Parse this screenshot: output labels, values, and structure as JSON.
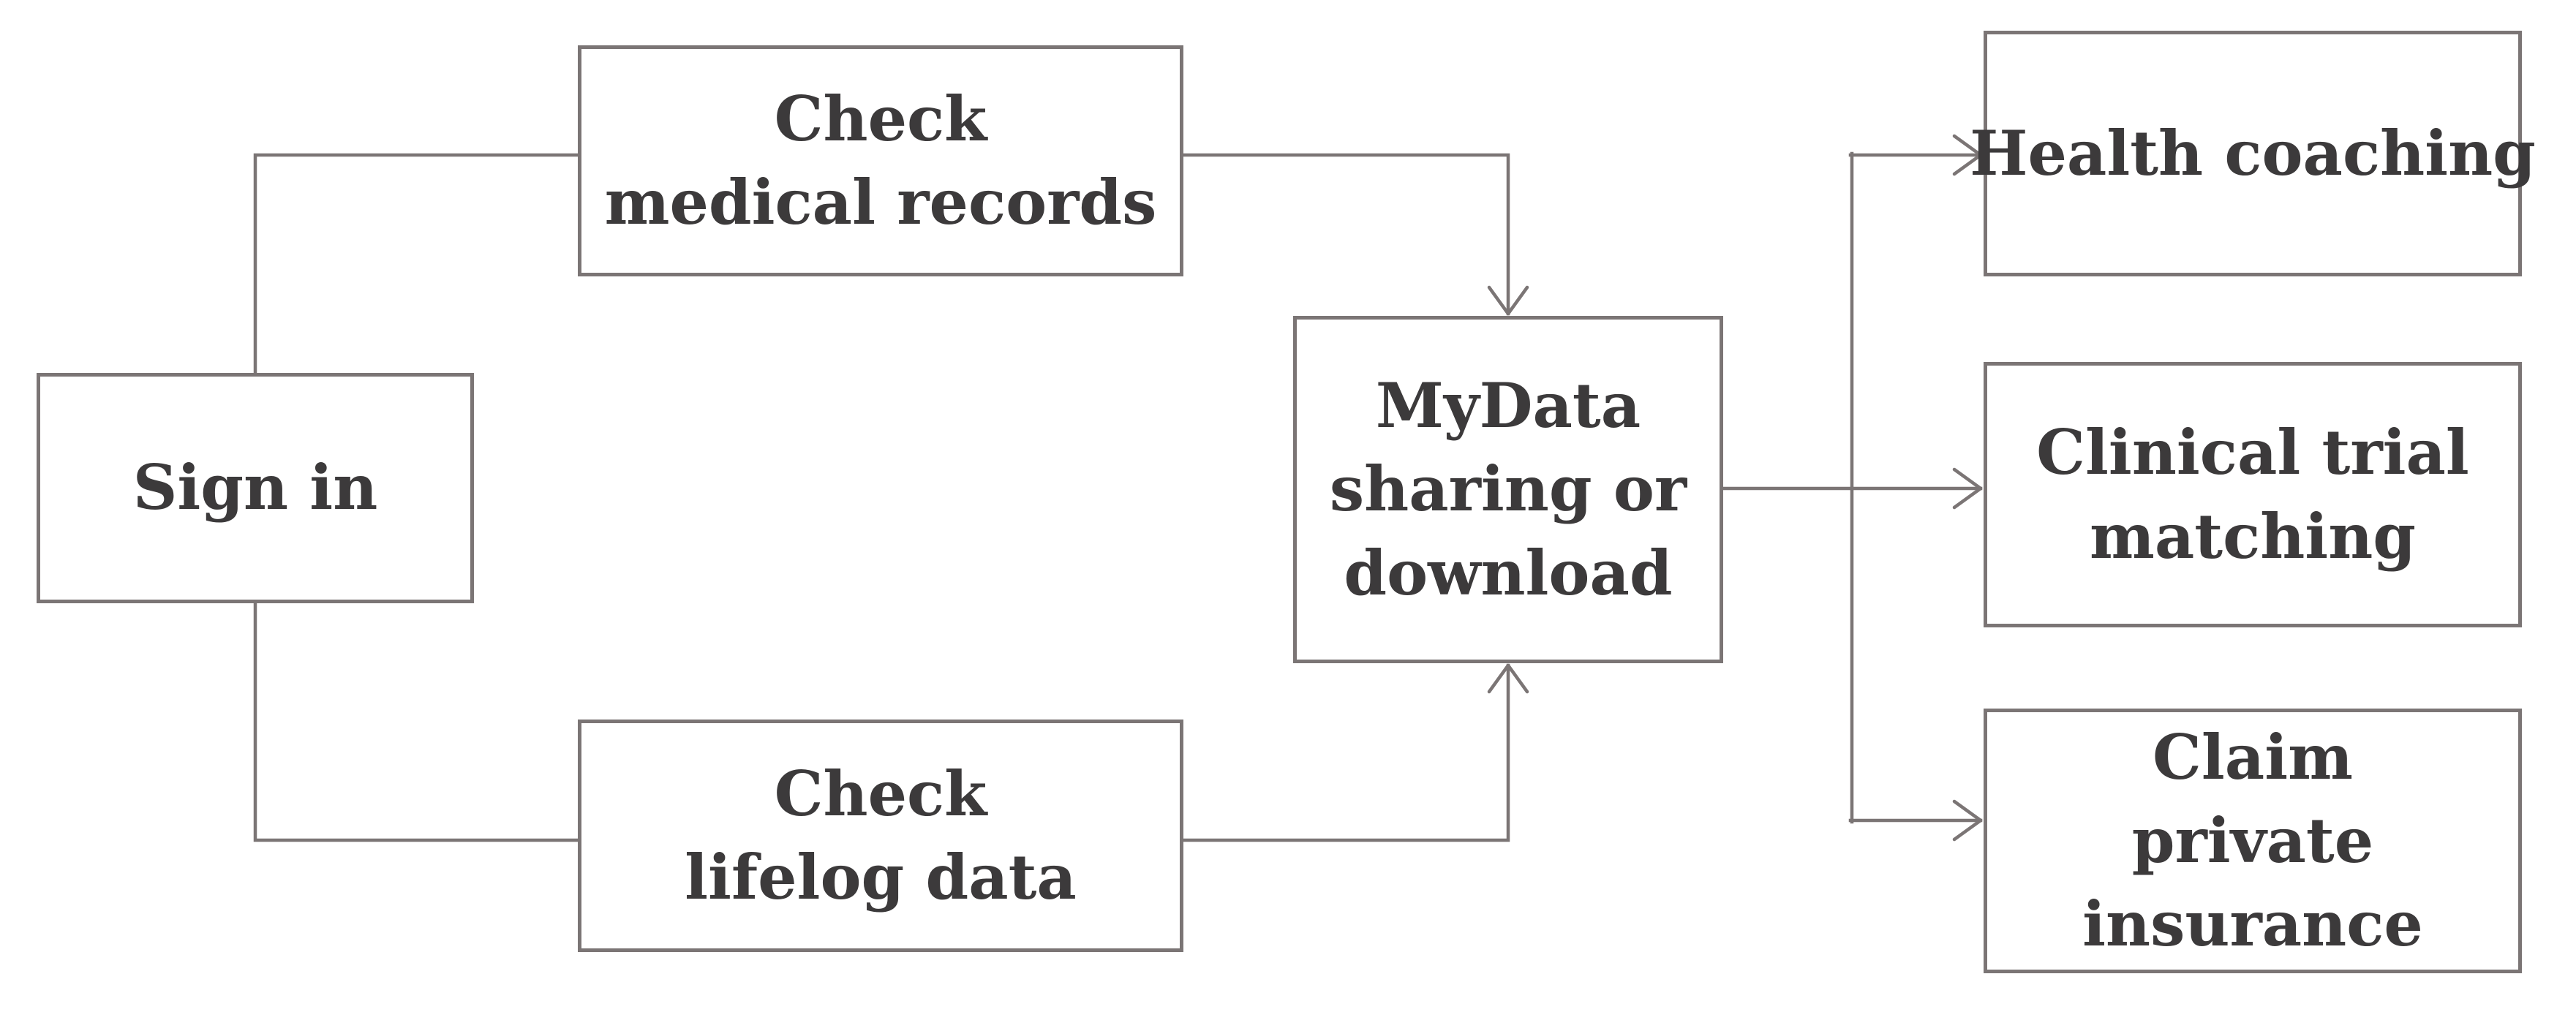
{
  "flowchart": {
    "nodes": {
      "sign_in": {
        "label": "Sign in",
        "lines": [
          "Sign in"
        ]
      },
      "check_medical": {
        "label": "Check medical records",
        "lines": [
          "Check",
          "medical records"
        ]
      },
      "check_lifelog": {
        "label": "Check lifelog data",
        "lines": [
          "Check",
          "lifelog data"
        ]
      },
      "mydata": {
        "label": "MyData sharing or download",
        "lines": [
          "MyData",
          "sharing or",
          "download"
        ]
      },
      "health_coaching": {
        "label": "Health coaching",
        "lines": [
          "Health coaching"
        ]
      },
      "clinical_trial": {
        "label": "Clinical trial matching",
        "lines": [
          "Clinical trial",
          "matching"
        ]
      },
      "claim_private_insurance": {
        "label": "Claim private insurance",
        "lines": [
          "Claim",
          "private",
          "insurance"
        ]
      }
    },
    "edges": [
      {
        "from": "sign_in",
        "to": "check_medical",
        "arrow": false
      },
      {
        "from": "sign_in",
        "to": "check_lifelog",
        "arrow": false
      },
      {
        "from": "check_medical",
        "to": "mydata",
        "arrow": true
      },
      {
        "from": "check_lifelog",
        "to": "mydata",
        "arrow": true
      },
      {
        "from": "mydata",
        "to": "health_coaching",
        "arrow": true
      },
      {
        "from": "mydata",
        "to": "clinical_trial",
        "arrow": true
      },
      {
        "from": "mydata",
        "to": "claim_private_insurance",
        "arrow": true
      }
    ],
    "colors": {
      "line": "#7b7575",
      "node_border": "#7b7575",
      "text": "#3c3a3b",
      "node_background": "#ffffff",
      "page_background": "#ffffff"
    }
  }
}
